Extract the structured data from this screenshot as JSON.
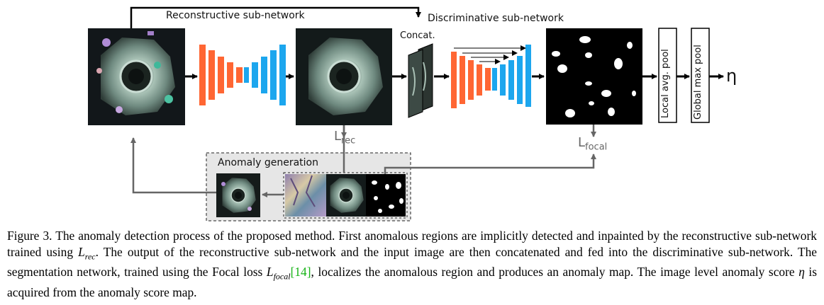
{
  "labels": {
    "reconstructive": "Reconstructive sub-network",
    "discriminative": "Discriminative sub-network",
    "concat": "Concat.",
    "l_rec": "L",
    "l_rec_sub": "rec",
    "l_focal": "L",
    "l_focal_sub": "focal",
    "anomaly_generation": "Anomaly generation",
    "local_pool": "Local avg. pool",
    "global_pool": "Global max pool",
    "eta": "η"
  },
  "caption": {
    "t1": "Figure 3. The anomaly detection process of the proposed method.  First anomalous regions are implicitly detected and inpainted by the reconstructive sub-network trained using ",
    "m1": "L",
    "m1sub": "rec",
    "t2": ".  The output of the reconstructive sub-network and the input image are then concatenated and fed into the discriminative sub-network. The segmentation network, trained using the Focal loss ",
    "m2": "L",
    "m2sub": "focal",
    "cite": "[14]",
    "t3": ", localizes the anomalous region and produces an anomaly map. The image level anomaly score ",
    "m3": "η",
    "t4": " is acquired from the anomaly score map."
  },
  "colors": {
    "encoder": "#ff6633",
    "decoder": "#1ca6ee",
    "arrow": "#666666",
    "map_bg": "#000000"
  }
}
